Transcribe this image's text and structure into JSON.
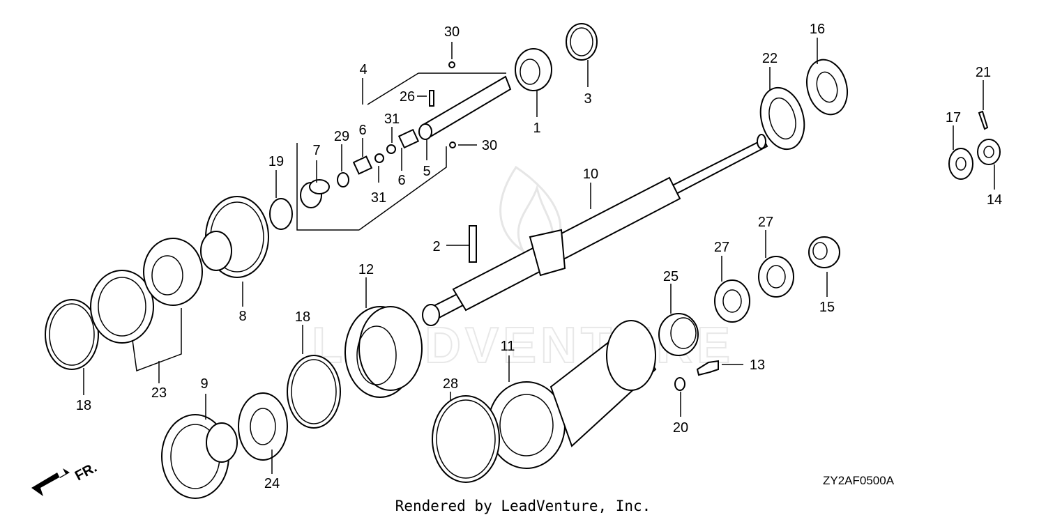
{
  "diagram_code": "ZY2AF0500A",
  "footer_text": "Rendered by LeadVenture, Inc.",
  "watermark_text": "LEADVENTURE",
  "direction_label": "FR.",
  "callouts": [
    "1",
    "2",
    "3",
    "4",
    "5",
    "6",
    "6",
    "7",
    "8",
    "9",
    "10",
    "11",
    "12",
    "13",
    "14",
    "15",
    "16",
    "17",
    "18",
    "18",
    "19",
    "20",
    "21",
    "22",
    "23",
    "24",
    "25",
    "26",
    "27",
    "27",
    "28",
    "29",
    "30",
    "30",
    "31",
    "31"
  ]
}
